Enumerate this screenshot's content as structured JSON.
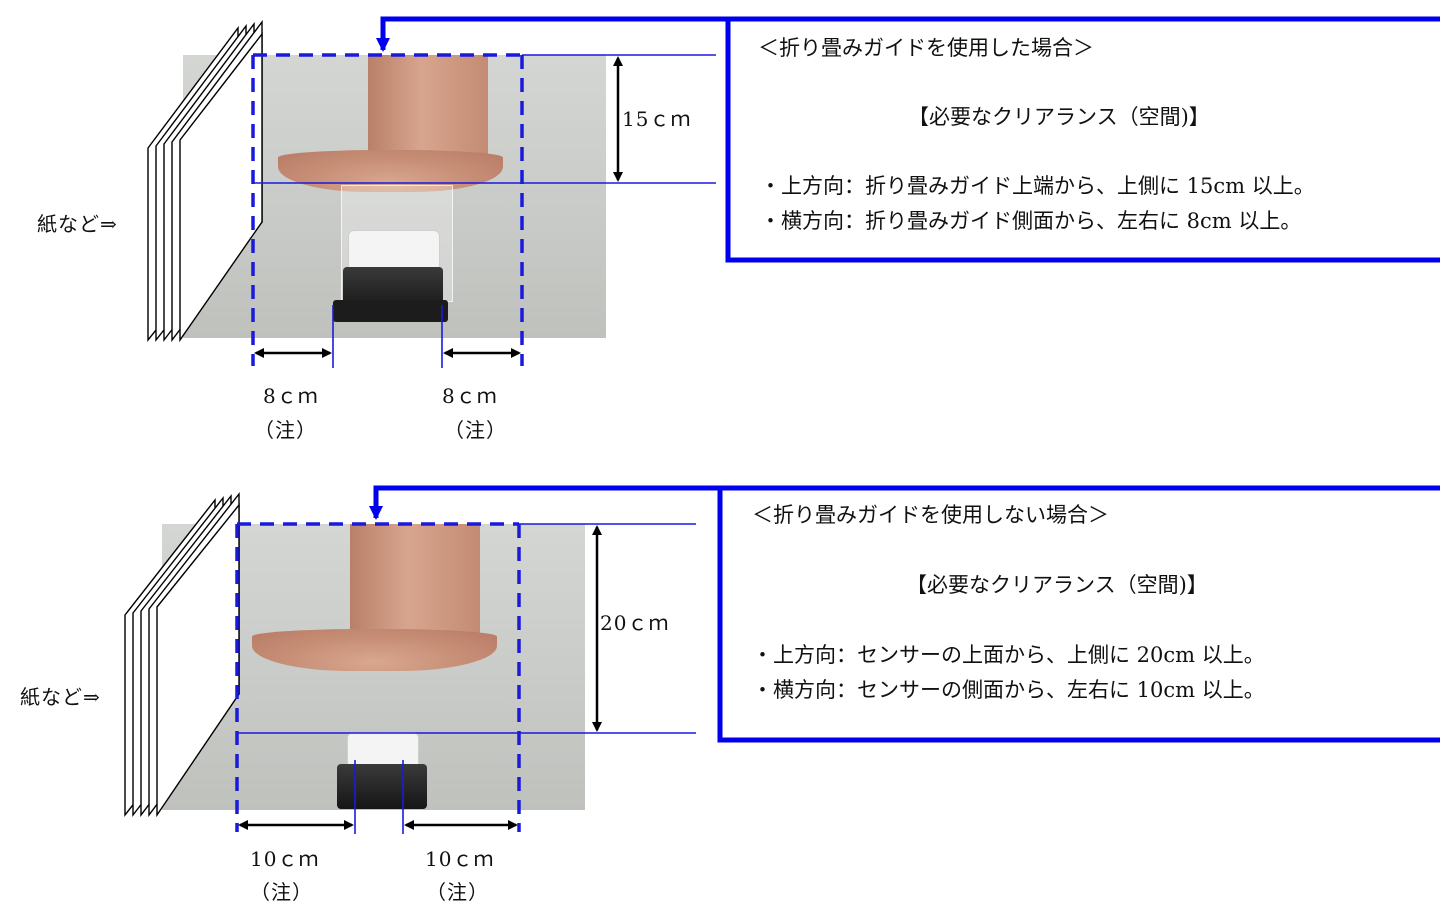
{
  "panel_with_guide": {
    "title": "＜折り畳みガイドを使用した場合＞",
    "heading": "【必要なクリアランス（空間)】",
    "line1": "・上方向：折り畳みガイド上端から、上側に 15cm 以上。",
    "line2": "・横方向：折り畳みガイド側面から、左右に 8cm 以上。",
    "vertical_label": "15ｃｍ",
    "left_label": "8ｃｍ",
    "right_label": "8ｃｍ",
    "note_left": "（注）",
    "note_right": "（注）",
    "paper_label": "紙など⇒"
  },
  "panel_without_guide": {
    "title": "＜折り畳みガイドを使用しない場合＞",
    "heading": "【必要なクリアランス（空間)】",
    "line1": "・上方向：センサーの上面から、上側に 20cm 以上。",
    "line2": "・横方向：センサーの側面から、左右に 10cm 以上。",
    "vertical_label": "20ｃｍ",
    "left_label": "10ｃｍ",
    "right_label": "10ｃｍ",
    "note_left": "（注）",
    "note_right": "（注）",
    "paper_label": "紙など⇒"
  },
  "colors": {
    "accent_blue": "#0000ee",
    "dash_blue": "#1a1add",
    "arrow_black": "#000000"
  },
  "icons": [
    "paper-stack-icon",
    "palm-vein-sensor-photo",
    "dimension-arrow-icon"
  ]
}
